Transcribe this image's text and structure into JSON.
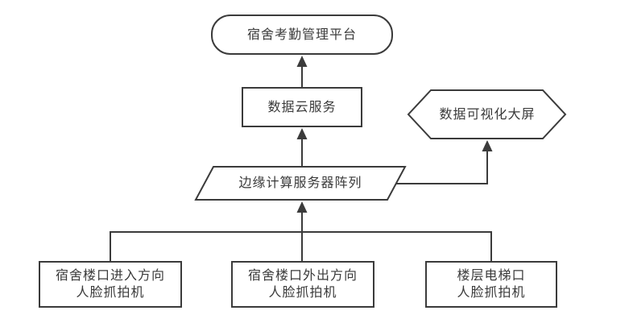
{
  "colors": {
    "line": "#3b3b3b",
    "text": "#3a3a3a",
    "background": "#ffffff"
  },
  "nodes": {
    "platform": {
      "label": "宿舍考勤管理平台",
      "shape": "rounded-rectangle"
    },
    "cloud": {
      "label": "数据云服务",
      "shape": "rectangle"
    },
    "screen": {
      "label": "数据可视化大屏",
      "shape": "hexagon"
    },
    "edge_servers": {
      "label": "边缘计算服务器阵列",
      "shape": "parallelogram"
    },
    "camera_entry": {
      "line1": "宿舍楼口进入方向",
      "line2": "人脸抓拍机",
      "shape": "rectangle"
    },
    "camera_exit": {
      "line1": "宿舍楼口外出方向",
      "line2": "人脸抓拍机",
      "shape": "rectangle"
    },
    "camera_elevator": {
      "line1": "楼层电梯口",
      "line2": "人脸抓拍机",
      "shape": "rectangle"
    }
  },
  "edges": [
    {
      "from": "camera_entry",
      "to": "edge_servers"
    },
    {
      "from": "camera_exit",
      "to": "edge_servers"
    },
    {
      "from": "camera_elevator",
      "to": "edge_servers"
    },
    {
      "from": "edge_servers",
      "to": "cloud"
    },
    {
      "from": "edge_servers",
      "to": "screen"
    },
    {
      "from": "cloud",
      "to": "platform"
    }
  ]
}
